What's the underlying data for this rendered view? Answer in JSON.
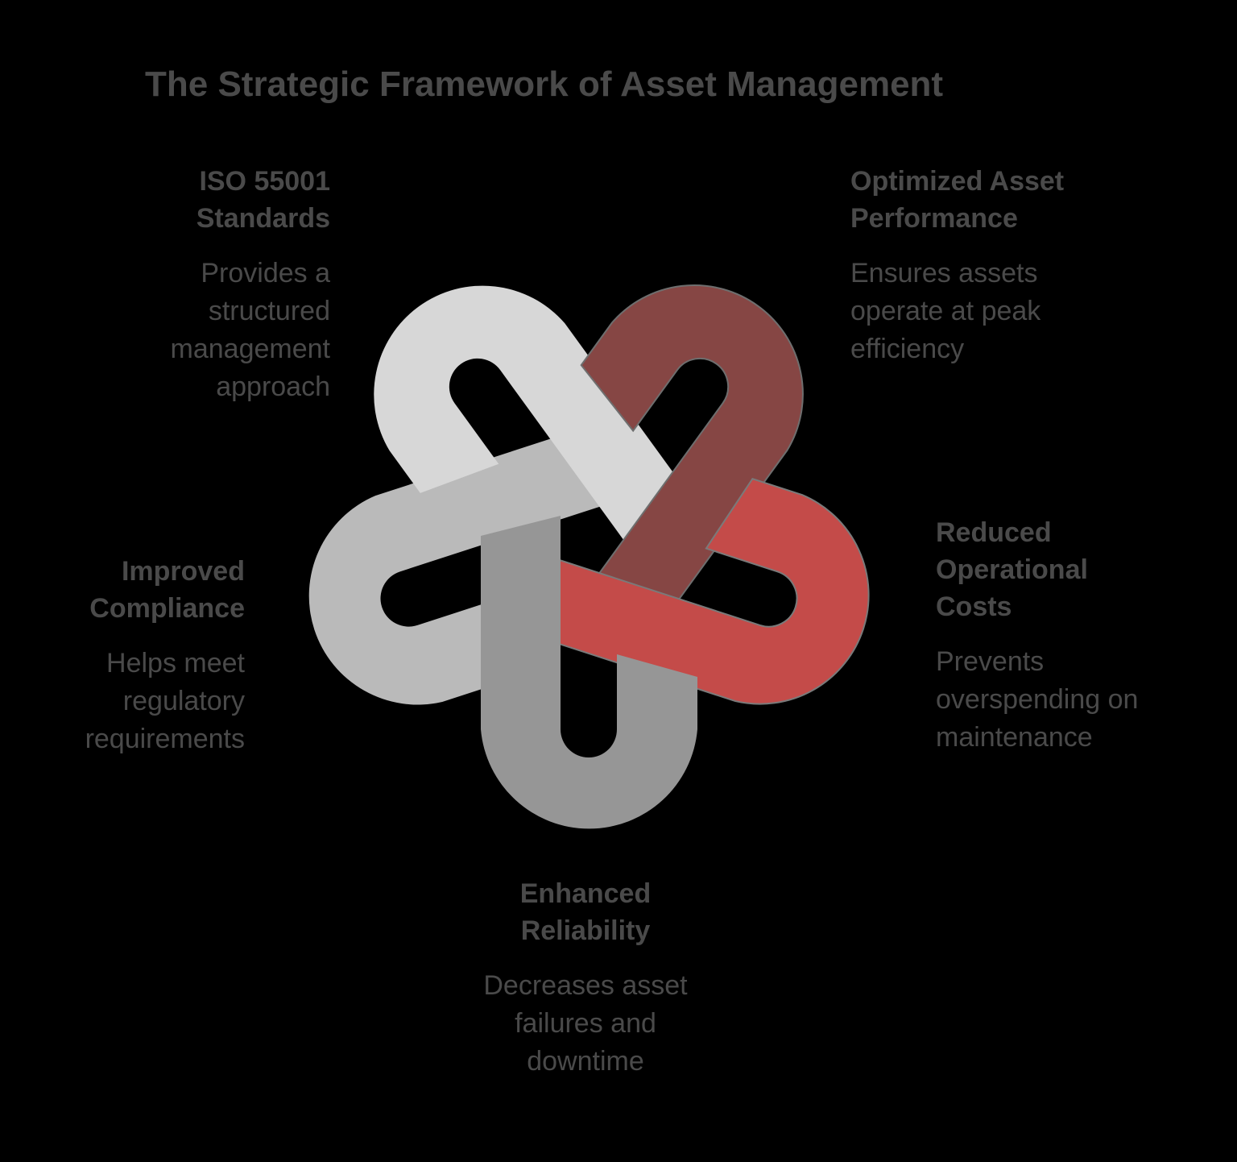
{
  "title": "The Strategic Framework of Asset Management",
  "colors": {
    "background": "#000000",
    "text": "#4a4a4a",
    "iso": "#d7d7d7",
    "optimized": "#864644",
    "reduced": "#c44b49",
    "reliability": "#969696",
    "compliance": "#bababa"
  },
  "items": [
    {
      "id": "iso",
      "title_line1": "ISO 55001",
      "title_line2": "Standards",
      "desc_lines": [
        "Provides a",
        "structured",
        "management",
        "approach"
      ]
    },
    {
      "id": "optimized",
      "title_line1": "Optimized Asset",
      "title_line2": "Performance",
      "desc_lines": [
        "Ensures assets",
        "operate at peak",
        "efficiency"
      ]
    },
    {
      "id": "reduced",
      "title_line1": "Reduced",
      "title_line2": "Operational",
      "title_line3": "Costs",
      "desc_lines": [
        "Prevents",
        "overspending on",
        "maintenance"
      ]
    },
    {
      "id": "reliability",
      "title_line1": "Enhanced",
      "title_line2": "Reliability",
      "desc_lines": [
        "Decreases asset",
        "failures and",
        "downtime"
      ]
    },
    {
      "id": "compliance",
      "title_line1": "Improved",
      "title_line2": "Compliance",
      "desc_lines": [
        "Helps meet",
        "regulatory",
        "requirements"
      ]
    }
  ]
}
